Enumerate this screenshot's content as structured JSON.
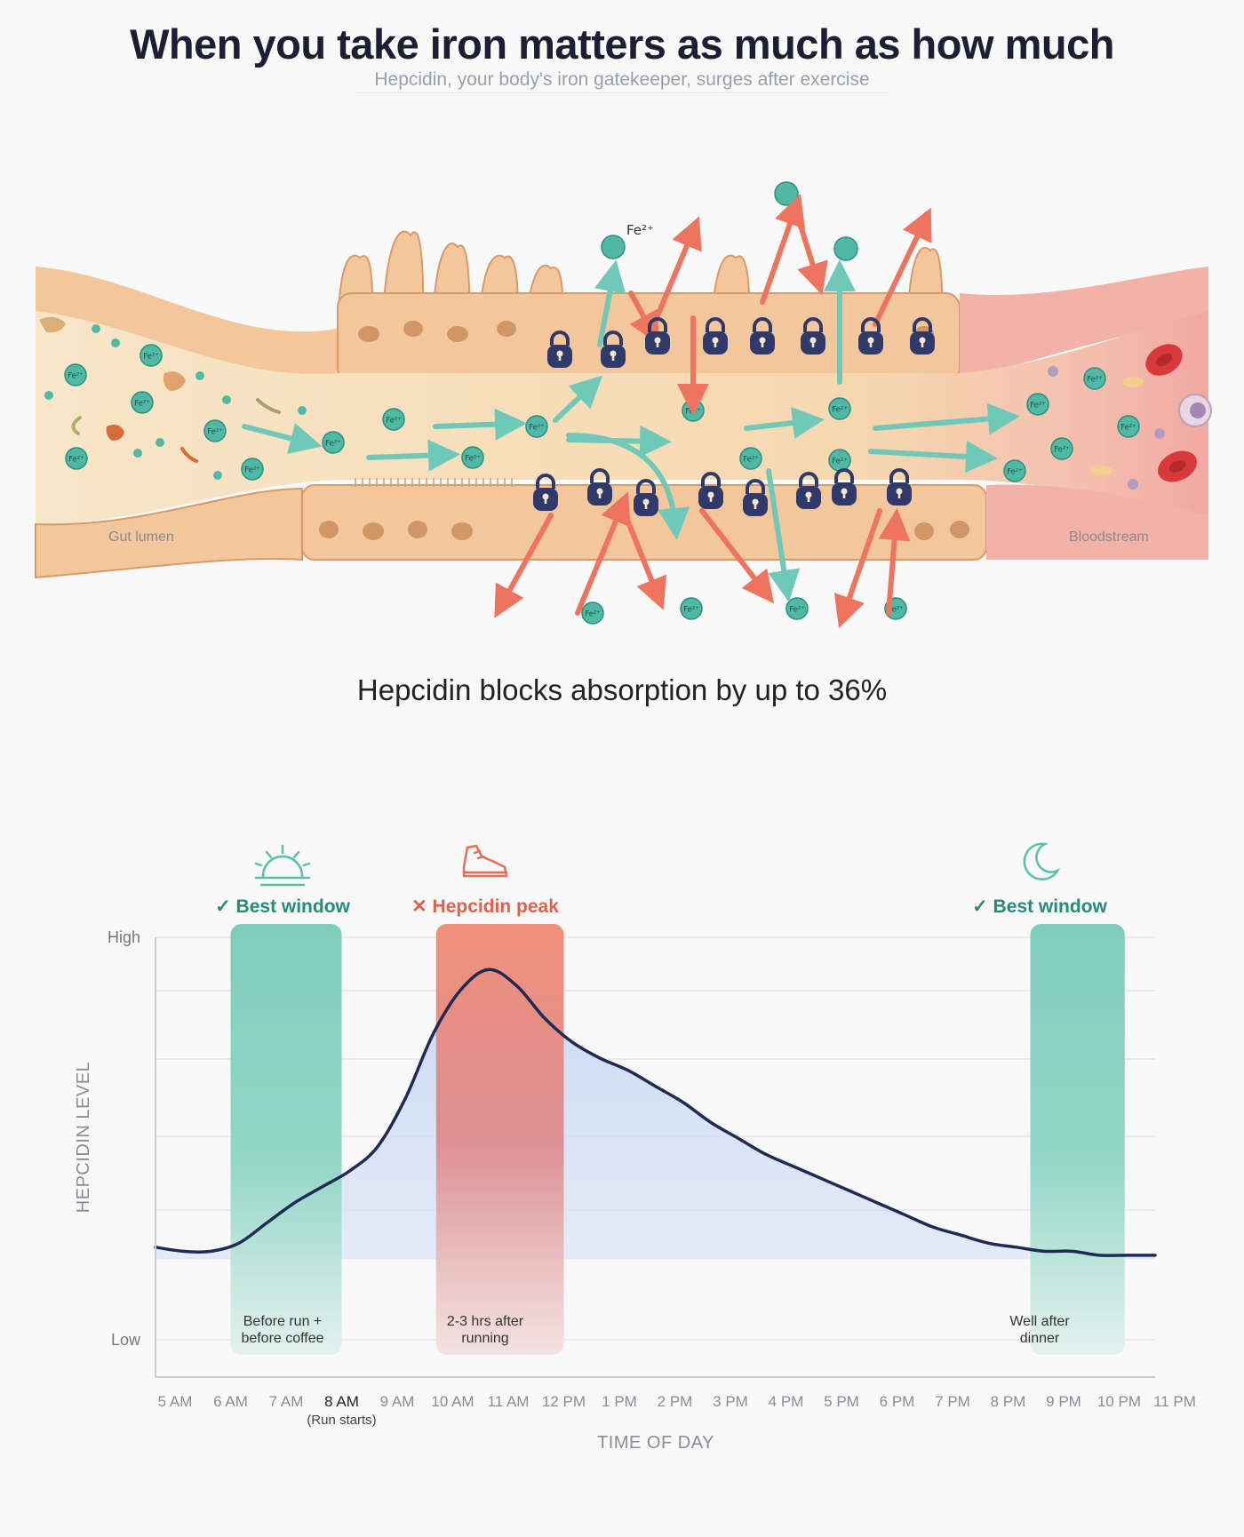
{
  "header": {
    "title": "When you take iron matters as much as how much",
    "subtitle": "Hepcidin, your body's iron gatekeeper, surges after exercise"
  },
  "illustration": {
    "left_label": "Gut lumen",
    "right_label": "Bloodstream",
    "ion_label": "Fe²⁺",
    "colors": {
      "lumen": "#f6dcb4",
      "cells": "#f3c79b",
      "ion": "#4fb9a6",
      "absorb_arrow": "#6fc8b8",
      "blocked_arrow": "#ee7460",
      "lock": "#2f3a6b",
      "blood": "#f4b9b2",
      "rbc": "#d8393b"
    }
  },
  "caption": "Hepcidin blocks absorption by up to 36%",
  "chart_data": {
    "type": "line",
    "ylabel": "HEPCIDIN LEVEL",
    "xlabel": "TIME OF DAY",
    "y_tick_labels": [
      "High",
      "Low"
    ],
    "ylim": [
      0,
      1
    ],
    "x_tick_labels": [
      "5 AM",
      "6 AM",
      "7 AM",
      "8 AM",
      "9 AM",
      "10 AM",
      "11 AM",
      "12 PM",
      "1 PM",
      "2 PM",
      "3 PM",
      "4 PM",
      "5 PM",
      "6 PM",
      "7 PM",
      "8 PM",
      "9 PM",
      "10 PM",
      "11 PM"
    ],
    "x_hours": [
      5,
      23
    ],
    "run_note": "(Run starts)",
    "run_note_hour": 8,
    "grid": true,
    "series": [
      {
        "x": [
          5,
          5.5,
          6,
          6.5,
          7,
          7.5,
          8,
          8.5,
          9,
          9.5,
          10,
          10.5,
          11,
          11.5,
          12,
          12.5,
          13,
          13.5,
          14,
          14.5,
          15,
          15.5,
          16,
          16.5,
          17,
          17.5,
          18,
          18.5,
          19,
          19.5,
          20,
          20.5,
          21,
          21.5,
          22,
          22.5,
          23
        ],
        "y": [
          0.23,
          0.22,
          0.22,
          0.24,
          0.29,
          0.34,
          0.38,
          0.42,
          0.48,
          0.6,
          0.76,
          0.87,
          0.92,
          0.88,
          0.8,
          0.74,
          0.7,
          0.67,
          0.63,
          0.59,
          0.54,
          0.5,
          0.46,
          0.43,
          0.4,
          0.37,
          0.34,
          0.31,
          0.28,
          0.26,
          0.24,
          0.23,
          0.22,
          0.22,
          0.21,
          0.21,
          0.21
        ]
      }
    ],
    "windows": [
      {
        "kind": "good",
        "start": 6,
        "end": 8,
        "label": "✓ Best window",
        "note_line1": "Before run +",
        "note_line2": "before coffee",
        "icon": "sunrise-icon"
      },
      {
        "kind": "bad",
        "start": 9.7,
        "end": 12,
        "label": "✕ Hepcidin peak",
        "note_line1": "2-3 hrs after",
        "note_line2": "running",
        "icon": "running-shoe-icon"
      },
      {
        "kind": "good",
        "start": 20.4,
        "end": 22.1,
        "label": "✓ Best window",
        "note_line1": "Well after",
        "note_line2": "dinner",
        "icon": "moon-icon"
      }
    ],
    "colors": {
      "line": "#1f2a55",
      "area": "#c9d8f2",
      "good": "#79cbb6",
      "good_text": "#2a8a78",
      "bad": "#ee7a66",
      "bad_text": "#e0624c"
    }
  }
}
